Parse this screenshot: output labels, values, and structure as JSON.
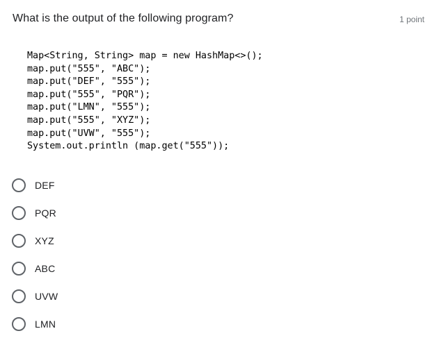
{
  "question": {
    "title": "What is the output of the following program?",
    "points": "1 point",
    "code_lines": [
      "Map<String, String> map = new HashMap<>();",
      "map.put(\"555\", \"ABC\");",
      "map.put(\"DEF\", \"555\");",
      "map.put(\"555\", \"PQR\");",
      "map.put(\"LMN\", \"555\");",
      "map.put(\"555\", \"XYZ\");",
      "map.put(\"UVW\", \"555\");",
      "System.out.println (map.get(\"555\"));"
    ],
    "options": [
      {
        "label": "DEF",
        "selected": false
      },
      {
        "label": "PQR",
        "selected": false
      },
      {
        "label": "XYZ",
        "selected": false
      },
      {
        "label": "ABC",
        "selected": false
      },
      {
        "label": "UVW",
        "selected": false
      },
      {
        "label": "LMN",
        "selected": false
      }
    ]
  },
  "colors": {
    "title_text": "#202124",
    "points_text": "#70757a",
    "radio_border": "#5f6368",
    "code_text": "#000000"
  }
}
